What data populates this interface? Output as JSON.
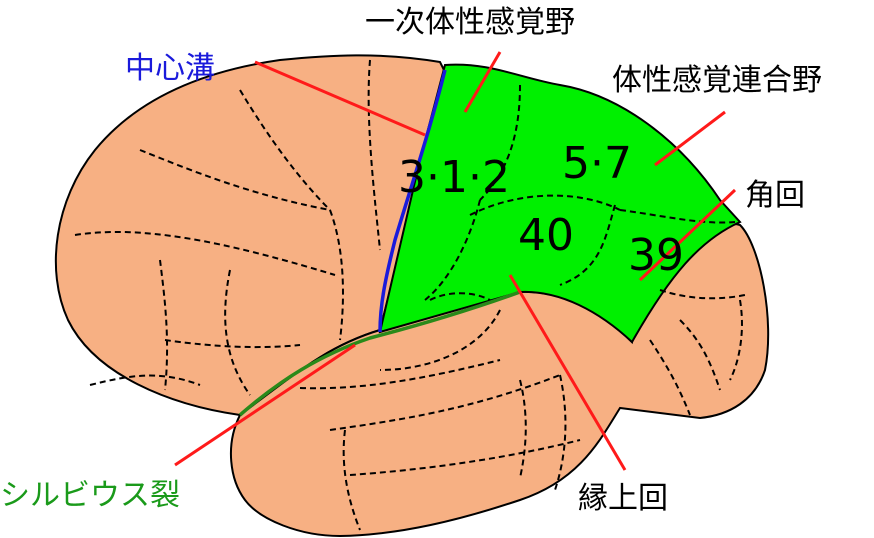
{
  "labels": {
    "primary_somatosensory": "一次体性感覚野",
    "somatosensory_association": "体性感覚連合野",
    "central_sulcus": "中心溝",
    "angular_gyrus": "角回",
    "sylvian_fissure": "シルビウス裂",
    "supramarginal_gyrus": "縁上回"
  },
  "areas": {
    "a312": "3·1·2",
    "a57": "5·7",
    "a40": "40",
    "a39": "39"
  },
  "colors": {
    "brain": "#f7b083",
    "somatosensory": "#00f000",
    "central_sulcus": "#1a1adb",
    "sylvian": "#2a8a1a",
    "pointer": "#ff1a1a",
    "central_label": "#1a1adb",
    "sylvian_label": "#1a9a1a"
  }
}
